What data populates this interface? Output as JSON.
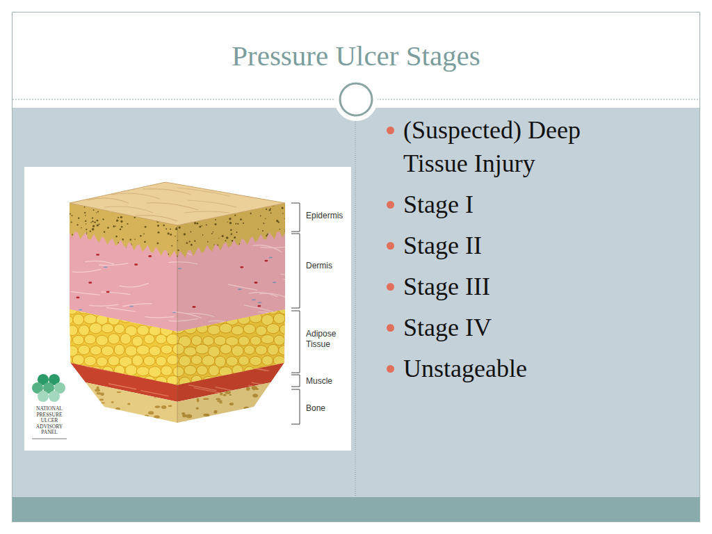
{
  "diagram": {
    "title": "Pressure Ulcer Stages",
    "labels": [
      "(Suspected) Deep Tissue Injury",
      "Stage I",
      "Stage II",
      "Stage III",
      "Stage IV",
      "Unstageable",
      "Epidermis",
      "Dermis",
      "Adipose Tissue",
      "Muscle",
      "Bone",
      "NATIONAL PRESSURE ULCER ADVISORY PANEL"
    ]
  }
}
